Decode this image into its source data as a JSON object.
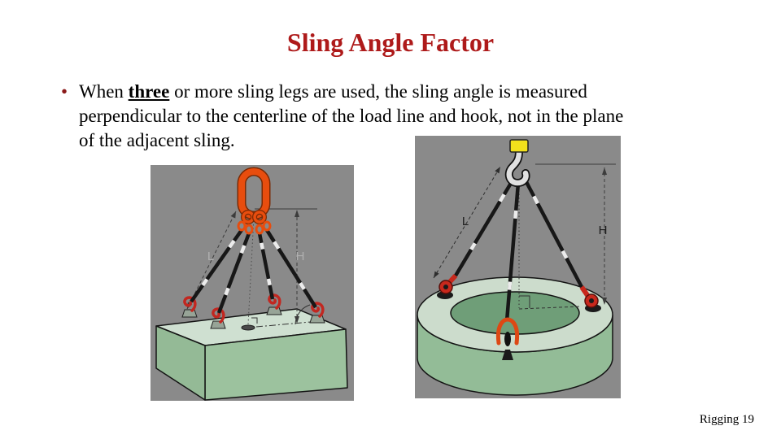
{
  "title": {
    "text": "Sling Angle Factor"
  },
  "bullet": {
    "marker": "•",
    "line1": {
      "pre": "When ",
      "emphasis": "three",
      "post": " or more sling legs are used, the sling angle is measured"
    },
    "line2": "perpendicular to the centerline of the load line and hook, not in the plane",
    "line3": "of the adjacent sling."
  },
  "figures": {
    "left": {
      "label_length": "L",
      "label_height": "H"
    },
    "right": {
      "label_length": "L",
      "label_height": "H"
    }
  },
  "footer": {
    "text": "Rigging 19"
  },
  "colors": {
    "title_red": "#ae1a1a",
    "bullet_red": "#8b1a1a",
    "figure_background": "#8a8a8a",
    "master_link_orange": "#e84d0e",
    "hook_red": "#c22720",
    "shackle_orange_red": "#dd4814",
    "crane_eye_yellow": "#f2e11c",
    "sling_leg_black": "#171717",
    "ferrule_white": "#ececec",
    "box_top_green": "#cfe0d1",
    "box_front_green": "#9cc29e",
    "box_side_green": "#94ba96",
    "ring_top_green": "#ccdccc",
    "ring_hole_green": "#6f9e78",
    "ring_wall_green": "#93bc97"
  }
}
